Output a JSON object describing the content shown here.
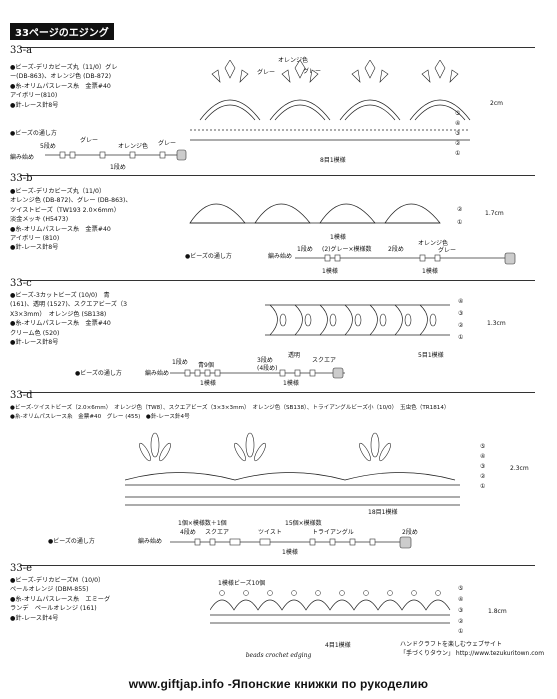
{
  "title": "33ページのエジング",
  "sections": [
    {
      "id": "a",
      "label": "33-a",
      "materials": [
        "●ビーズ-デリカビーズ丸（11/0）グレ",
        "ー(DB-863)、オレンジ色 (DB-872)",
        "●糸-オリムパスレース糸　金票#40",
        "アイボリー(810)",
        "●針-レース針8号"
      ],
      "bead_title": "●ビーズの通し方",
      "note_start": "編み始め",
      "note_5": "5段め",
      "note_gray1": "グレー",
      "note_orange": "オレンジ色",
      "note_gray2": "グレー",
      "note_1": "1段め",
      "top_orange": "オレンジ色",
      "top_gray1": "グレー",
      "top_gray2": "グレー",
      "rep": "8目1模様",
      "dim": "2cm",
      "rows": [
        "⑤",
        "④",
        "③",
        "②",
        "①"
      ]
    },
    {
      "id": "b",
      "label": "33-b",
      "materials": [
        "●ビーズ-デリカビーズ丸（11/0）",
        "オレンジ色 (DB-872)、グレー (DB-863)、",
        "ツイストビーズ（TW193 2.0×6mm）",
        "淡金メッキ (H5473)",
        "●糸-オリムパスレース糸　金票#40",
        "アイボリー (810)",
        "●針-レース針8号"
      ],
      "bead_title": "●ビーズの通し方",
      "note_start": "編み始め",
      "note_1": "1段め",
      "note_2gray": "(2)グレー×模様数",
      "note_2": "2段め",
      "note_orange": "オレンジ色",
      "note_gray": "グレー",
      "rep1": "1模様",
      "rep2": "1模様",
      "rep3": "1模様",
      "dim": "1.7cm",
      "rows": [
        "②",
        "①"
      ]
    },
    {
      "id": "c",
      "label": "33-c",
      "materials": [
        "●ビーズ-3カットビーズ (10/0)　青",
        "(161)、透明 (1527)、スクエアビーズ（3",
        "X3×3mm）　オレンジ色 (SB138)",
        "●糸-オリムパスレース糸　金票#40",
        "クリーム色 (520)",
        "●針-レース針8号"
      ],
      "bead_title": "●ビーズの通し方",
      "note_start": "編み始め",
      "note_1": "1段め",
      "note_blue": "青9個",
      "note_3": "3段め",
      "note_4": "(4段め)",
      "note_clear": "透明",
      "note_square": "スクエア",
      "rep1": "1模様",
      "rep2": "1模様",
      "rep_main": "5目1模様",
      "dim": "1.3cm",
      "rows": [
        "④",
        "③",
        "②",
        "①"
      ]
    },
    {
      "id": "d",
      "label": "33-d",
      "materials": [
        "●ビーズ-ツイストビーズ（2.0×6mm）　オレンジ色（TW8）、スクエアビーズ（3×3×3mm）　オレンジ色（SB138）、トライアングルビーズ小（10/0）　玉虫色（TR1814）",
        "●糸-オリムパスレース糸　金票#40　グレー (455)　●針-レース針4号"
      ],
      "bead_title": "●ビーズの通し方",
      "note_start": "編み始め",
      "note_1x": "1個×模様数＋1個",
      "note_4": "4段め",
      "note_square": "スクエア",
      "note_twist": "ツイスト",
      "note_15": "15個×模様数",
      "note_tri": "トライアングル",
      "note_2": "2段め",
      "rep1": "1模様",
      "rep_main": "18目1模様",
      "dim": "2.3cm",
      "rows": [
        "⑤",
        "④",
        "③",
        "②",
        "①"
      ],
      "strip": "beads crochet edging"
    },
    {
      "id": "e",
      "label": "33-e",
      "materials": [
        "●ビーズ-デリカビーズM（10/0）",
        "ペールオレンジ (DBM-855)",
        "●糸-オリムパスレース糸　エミーグ",
        "ランデ　ペールオレンジ (161)",
        "●針-レース針4号"
      ],
      "note_top": "1模様ビーズ10個",
      "rep_main": "4目1模様",
      "dim": "1.8cm",
      "rows": [
        "⑤",
        "④",
        "③",
        "②",
        "①"
      ]
    }
  ],
  "website": [
    "ハンドクラフトを楽しむウェブサイト",
    "「手づくりタウン」 http://www.tezukuritown.com"
  ],
  "footer": "www.giftjap.info -Японские книжки по рукоделию"
}
